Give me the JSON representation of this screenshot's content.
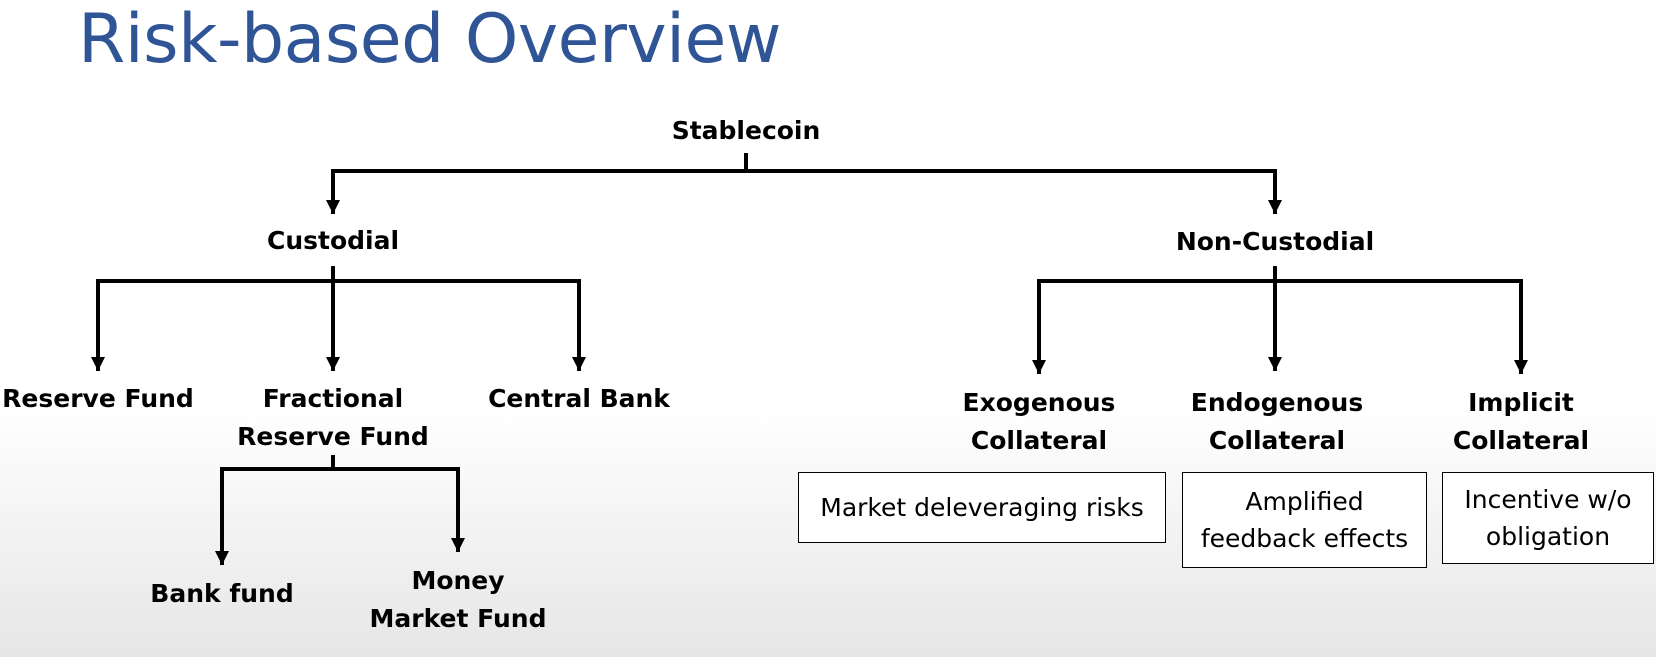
{
  "title": "Risk-based Overview",
  "nodes": {
    "root": "Stablecoin",
    "custodial": "Custodial",
    "non_custodial": "Non-Custodial",
    "reserve_fund": "Reserve Fund",
    "fractional_reserve_fund": [
      "Fractional",
      "Reserve Fund"
    ],
    "central_bank": "Central Bank",
    "bank_fund": "Bank fund",
    "money_market_fund": [
      "Money",
      "Market Fund"
    ],
    "exogenous_collateral": [
      "Exogenous",
      "Collateral"
    ],
    "endogenous_collateral": [
      "Endogenous",
      "Collateral"
    ],
    "implicit_collateral": [
      "Implicit",
      "Collateral"
    ]
  },
  "risks": {
    "exogenous": [
      "Market deleveraging risks"
    ],
    "endogenous": [
      "Amplified",
      "feedback effects"
    ],
    "implicit": [
      "Incentive w/o",
      "obligation"
    ]
  }
}
